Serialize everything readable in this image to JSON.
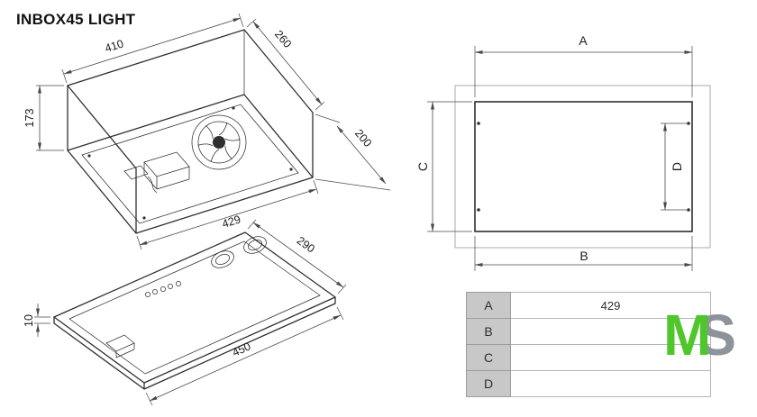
{
  "title": "INBOX45 LIGHT",
  "hood_drawing": {
    "dim_top_width": "410",
    "dim_top_depth": "260",
    "dim_side_depth": "200",
    "dim_height": "173",
    "dim_bottom_width": "429",
    "dim_panel_depth": "290",
    "dim_panel_thickness": "10",
    "dim_panel_width": "450"
  },
  "cutout_drawing": {
    "dim_a_label": "A",
    "dim_b_label": "B",
    "dim_c_label": "C",
    "dim_d_label": "D"
  },
  "spec_table": {
    "header_bg": "#c8c8c8",
    "rows": [
      {
        "key": "A",
        "value": "429"
      },
      {
        "key": "B",
        "value": ""
      },
      {
        "key": "C",
        "value": ""
      },
      {
        "key": "D",
        "value": ""
      }
    ]
  },
  "logo": {
    "part1": "M",
    "part2": "S",
    "part1_color": "#4fc62c",
    "part2_color": "#8d939a"
  }
}
